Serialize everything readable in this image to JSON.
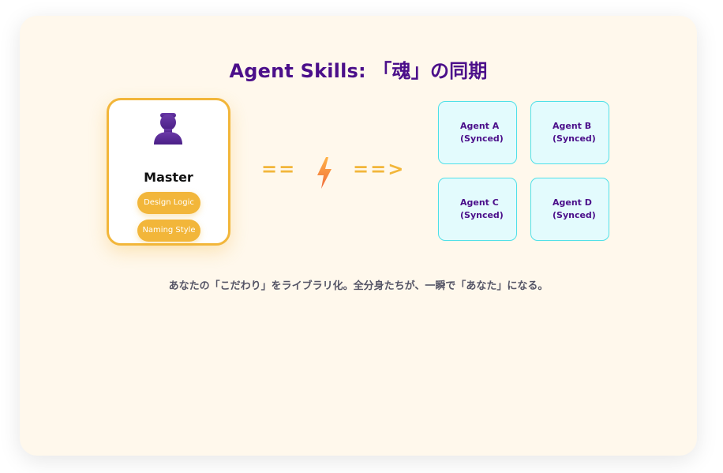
{
  "title": "Agent Skills: 「魂」の同期",
  "master": {
    "icon": "person-icon",
    "name": "Master",
    "skills": [
      "Design Logic",
      "Naming Style"
    ]
  },
  "connector": {
    "left_arrow": "==",
    "icon": "lightning-bolt-icon",
    "right_arrow": "==>"
  },
  "agents": [
    {
      "name": "Agent A",
      "status": "(Synced)"
    },
    {
      "name": "Agent B",
      "status": "(Synced)"
    },
    {
      "name": "Agent C",
      "status": "(Synced)"
    },
    {
      "name": "Agent D",
      "status": "(Synced)"
    }
  ],
  "tagline": "あなたの「こだわり」をライブラリ化。全分身たちが、一瞬で「あなた」になる。",
  "colors": {
    "title": "#4b0f8a",
    "accent": "#f2b63a",
    "agent_fill": "#e3fbfd",
    "agent_border": "#4fe0e8",
    "background": "#fff8ec"
  }
}
